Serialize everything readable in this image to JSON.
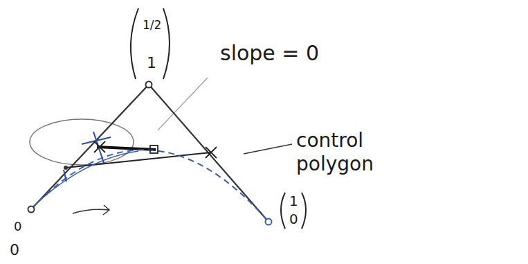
{
  "diagram": {
    "labels": [
      "1/2",
      "1",
      "slope = 0",
      "control polygon",
      "1",
      "0",
      "0",
      "0"
    ]
  }
}
